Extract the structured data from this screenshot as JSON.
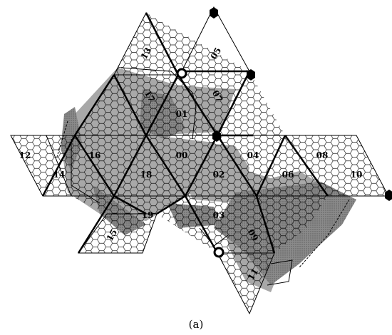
{
  "caption": "(a)",
  "face_labels": [
    "01",
    "00",
    "04",
    "08",
    "12",
    "16",
    "18",
    "02",
    "06",
    "10",
    "14",
    "19",
    "03",
    "15",
    "13",
    "17",
    "05",
    "07",
    "09",
    "11"
  ],
  "colors": {
    "light": "#ffffff",
    "medium": "#a6a6a6",
    "dark": "#7b7b7b",
    "outline": "#000000",
    "marker": "#000000"
  }
}
